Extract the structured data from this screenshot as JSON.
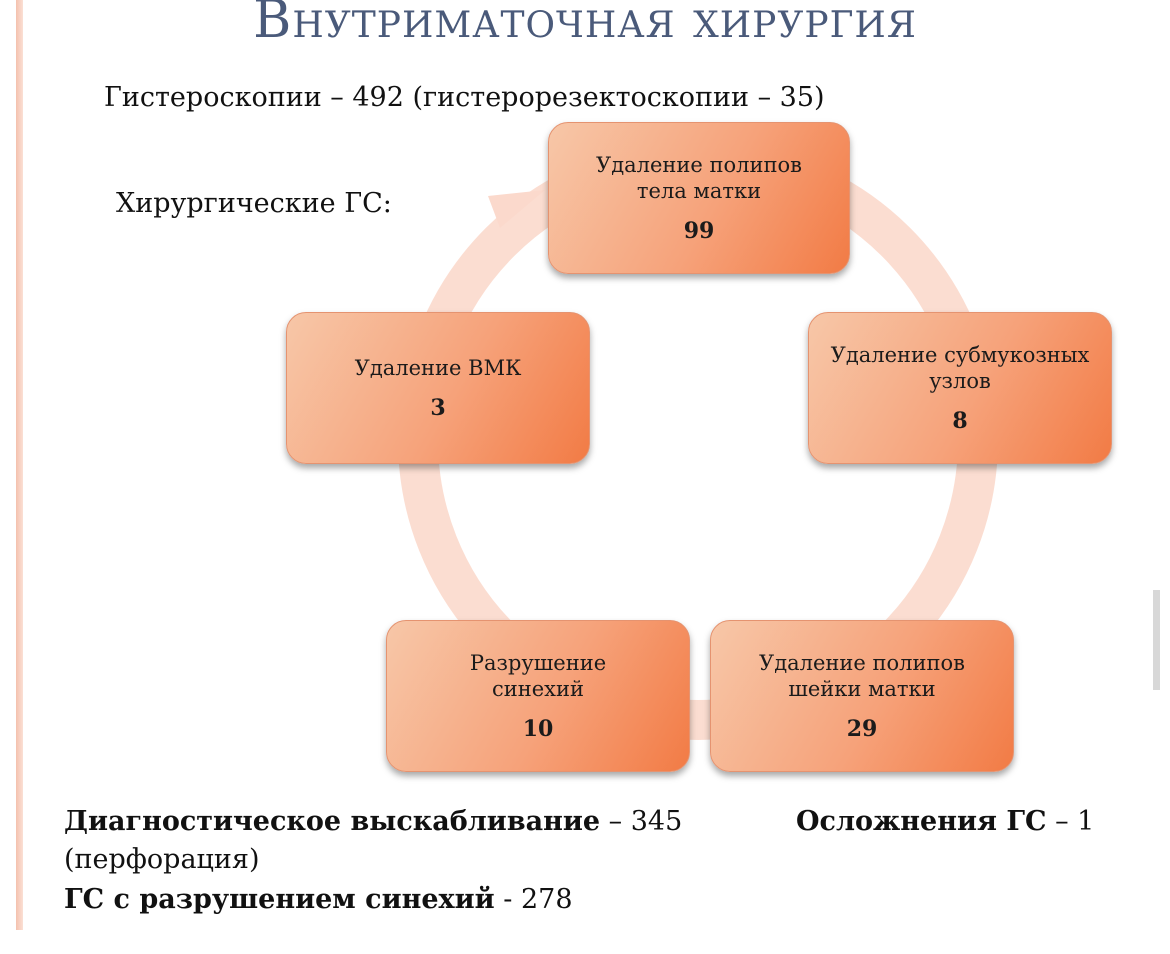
{
  "title": "Внутриматочная хирургия",
  "summary": {
    "hysteroscopy": "Гистероскопии  – 492 (гистерорезектоскопии – 35)",
    "surgical_label": "Хирургические ГС:"
  },
  "cycle": {
    "nodes": [
      {
        "label": "Удаление полипов тела матки",
        "value": "99"
      },
      {
        "label": "Удаление субмукозных узлов",
        "value": "8"
      },
      {
        "label": "Удаление полипов шейки матки",
        "value": "29"
      },
      {
        "label": "Разрушение синехий",
        "value": "10"
      },
      {
        "label": "Удаление ВМК",
        "value": "3"
      }
    ]
  },
  "footer": {
    "diag_label": "Диагностическое выскабливание",
    "diag_value": " – 345",
    "complications_label": "Осложнения ГС",
    "complications_value": " – 1",
    "perforation": "(перфорация)",
    "synechiae_label": "ГС с разрушением  синехий",
    "synechiae_value": " - 278"
  },
  "colors": {
    "node_light": "#f7c7a8",
    "node_dark": "#f27b45",
    "ring": "#fbd9cc",
    "title": "#4a5a7a"
  }
}
